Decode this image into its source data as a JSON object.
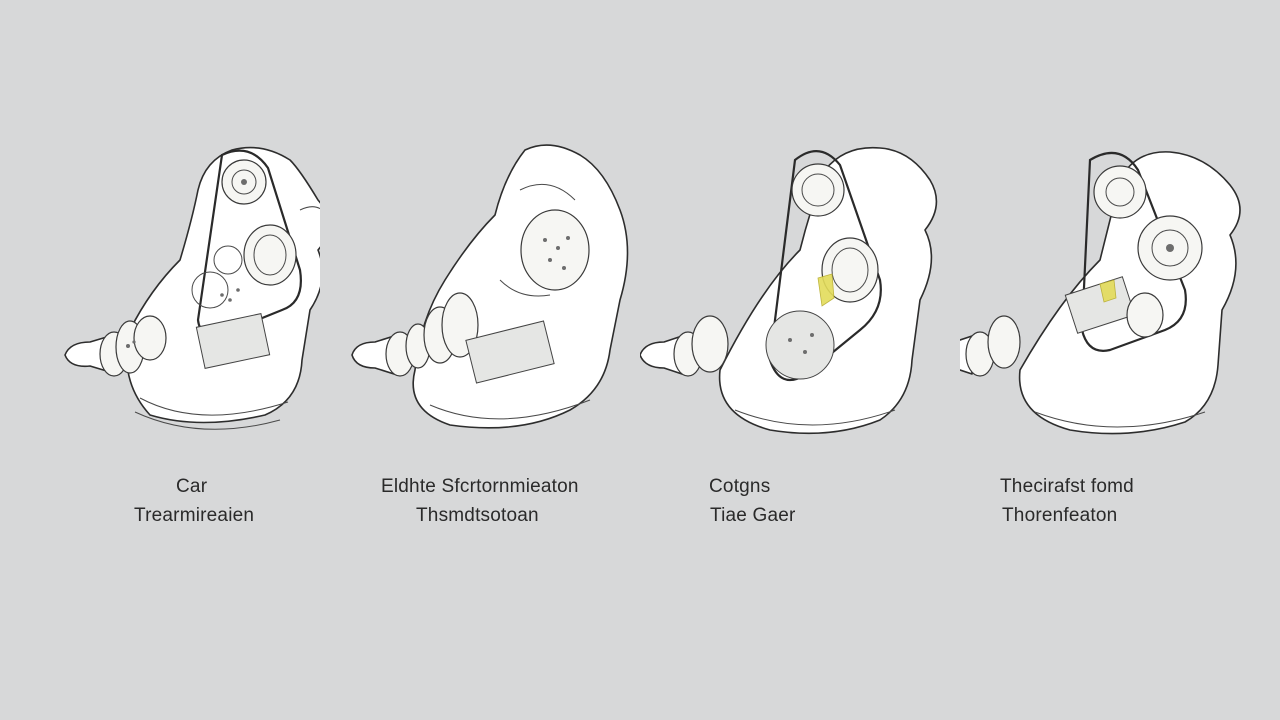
{
  "panels": [
    {
      "caption_line1": "Car",
      "caption_line2": "Trearmireaien",
      "style": "belt-pulley",
      "accent": ""
    },
    {
      "caption_line1": "Eldhte Sfcrtornmieaton",
      "caption_line2": "Thsmdtsotoan",
      "style": "open-housing",
      "accent": ""
    },
    {
      "caption_line1": "Cotgns",
      "caption_line2": "Tiae Gaer",
      "style": "belt-pulley",
      "accent": "#e3dc5a"
    },
    {
      "caption_line1": "Thecirafst fomd",
      "caption_line2": "Thorenfeaton",
      "style": "gear-disc",
      "accent": "#e8c85a"
    }
  ],
  "colors": {
    "background": "#d7d8d9",
    "line": "#2d2d2d",
    "caption_text": "#2a2a2a"
  }
}
